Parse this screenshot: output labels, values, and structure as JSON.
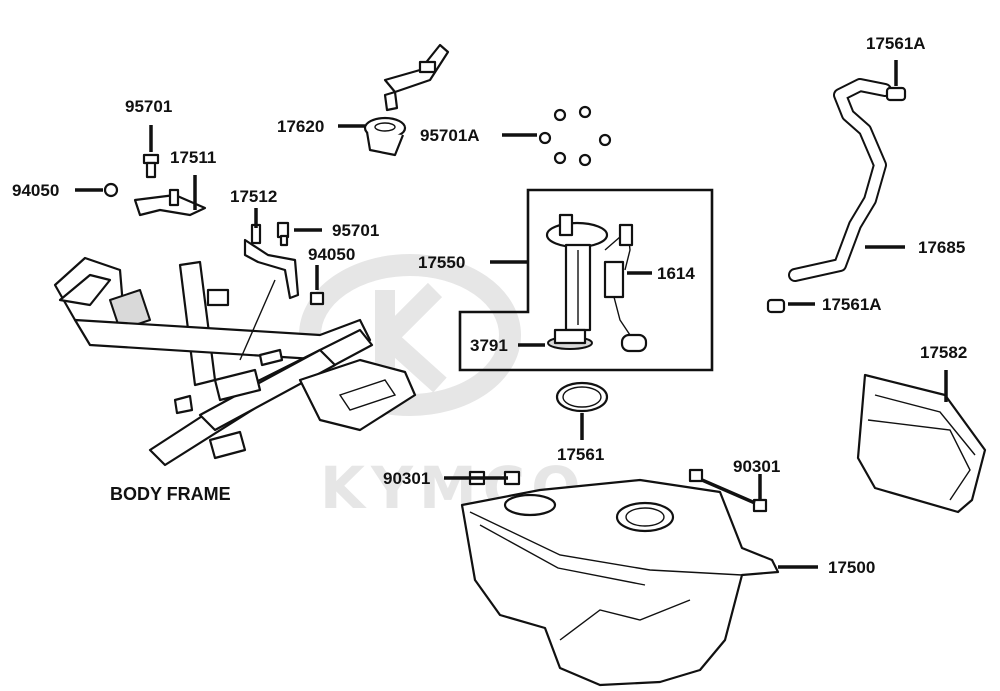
{
  "watermark": {
    "text": "KYMCO"
  },
  "caption": "BODY FRAME",
  "callouts": {
    "p17561a_top": "17561A",
    "p95701_left": "95701",
    "p17511": "17511",
    "p94050_left": "94050",
    "p17512": "17512",
    "p95701_mid": "95701",
    "p94050_mid": "94050",
    "p17620": "17620",
    "p95701a": "95701A",
    "p17550": "17550",
    "p1614": "1614",
    "p3791": "3791",
    "p17685": "17685",
    "p17561a_bottom": "17561A",
    "p17582": "17582",
    "p17561": "17561",
    "p90301_left": "90301",
    "p90301_right": "90301",
    "p17500": "17500"
  },
  "colors": {
    "ink": "#111111",
    "watermark": "#e6e6e6",
    "shade": "#d9d9d9"
  }
}
